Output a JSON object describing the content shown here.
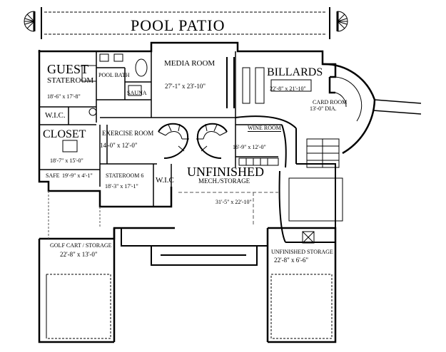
{
  "plan": {
    "title": "POOL PATIO",
    "rooms": {
      "guest": {
        "name_line1": "GUEST",
        "name_line2": "STATEROOM",
        "dims": "18'-6\" x 17'-8\""
      },
      "pool_bath": {
        "name": "POOL BATH"
      },
      "sauna": {
        "name": "SAUNA"
      },
      "wic_1": {
        "name": "W.I.C."
      },
      "closet": {
        "name": "CLOSET",
        "dims": "18'-7\" x 15'-0\""
      },
      "safe": {
        "name": "SAFE",
        "dims": "19'-9\" x 4'-1\""
      },
      "media": {
        "name": "MEDIA ROOM",
        "dims": "27'-1\" x 23'-10\""
      },
      "billards": {
        "name": "BILLARDS",
        "dims": "22'-8\" x 21'-10\""
      },
      "card": {
        "name": "CARD ROOM",
        "dims": "13'-0\" DIA."
      },
      "exercise": {
        "name": "EXERCISE ROOM",
        "dims": "14'-0\" x 12'-0\""
      },
      "wine": {
        "name": "WINE ROOM",
        "dims": "16'-9\" x 12'-0\""
      },
      "stateroom6": {
        "name": "STATEROOM 6",
        "dims": "18'-3\" x 17'-1\""
      },
      "wic_2": {
        "name": "W.I.C"
      },
      "unfinished_mech": {
        "name_line1": "UNFINISHED",
        "name_line2": "MECH./STORAGE",
        "dims": "31'-5\" x 22'-10\""
      },
      "golf_cart": {
        "name": "GOLF CART / STORAGE",
        "dims": "22'-8\" x 13'-0\""
      },
      "unfinished_storage": {
        "name": "UNFINISHED STORAGE",
        "dims": "22'-8\" x 6'-6\""
      }
    },
    "colors": {
      "line": "#000000",
      "background": "#ffffff",
      "dashed": "#555555"
    }
  }
}
